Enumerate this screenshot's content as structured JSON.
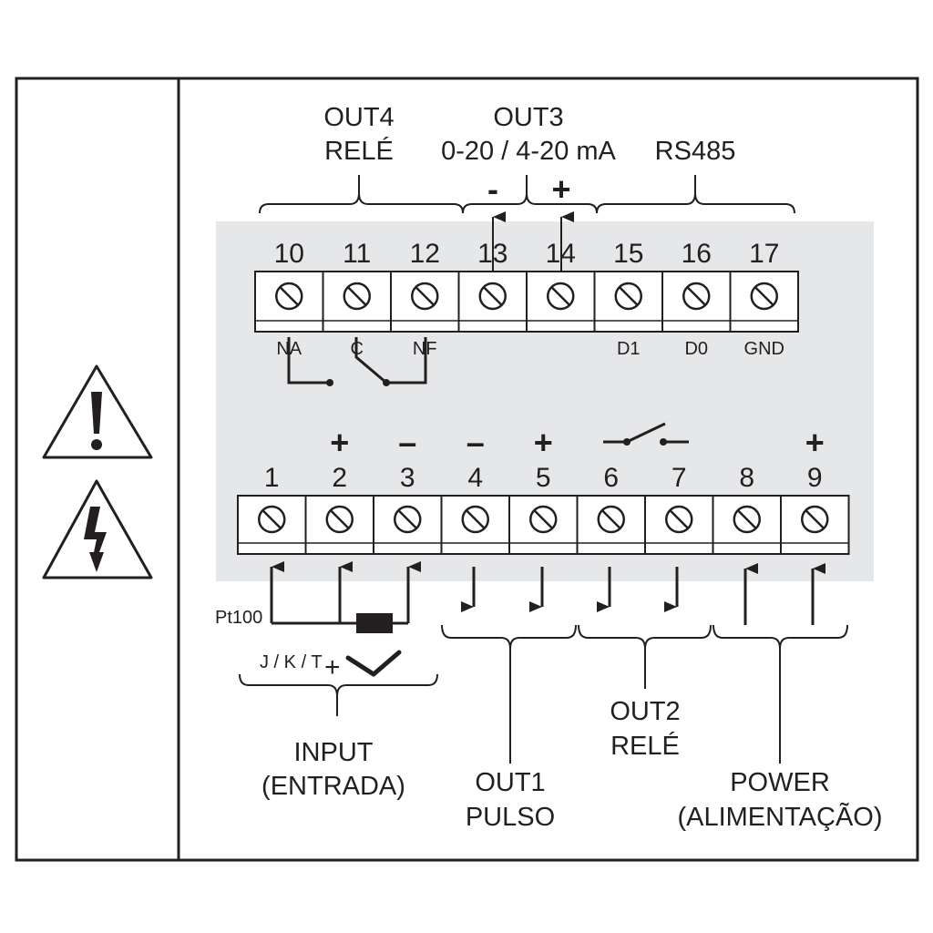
{
  "groups": {
    "out4": {
      "line1": "OUT4",
      "line2": "RELÉ"
    },
    "out3": {
      "line1": "OUT3",
      "line2": "0-20 / 4-20 mA",
      "minus": "-",
      "plus": "+"
    },
    "rs485": {
      "line1": "RS485"
    },
    "input": {
      "line1": "INPUT",
      "line2": "(ENTRADA)",
      "pt100": "Pt100",
      "jkt": "J / K / T",
      "jkt_plus": "+"
    },
    "out1": {
      "line1": "OUT1",
      "line2": "PULSO"
    },
    "out2": {
      "line1": "OUT2",
      "line2": "RELÉ"
    },
    "power": {
      "line1": "POWER",
      "line2": "(ALIMENTAÇÃO)"
    }
  },
  "top_terminals": [
    {
      "number": "10",
      "label": "NA"
    },
    {
      "number": "11",
      "label": "C"
    },
    {
      "number": "12",
      "label": "NF"
    },
    {
      "number": "13",
      "label": ""
    },
    {
      "number": "14",
      "label": ""
    },
    {
      "number": "15",
      "label": "D1"
    },
    {
      "number": "16",
      "label": "D0"
    },
    {
      "number": "17",
      "label": "GND"
    }
  ],
  "bottom_terminals": [
    {
      "number": "1",
      "sign": ""
    },
    {
      "number": "2",
      "sign": "+"
    },
    {
      "number": "3",
      "sign": "–"
    },
    {
      "number": "4",
      "sign": "–"
    },
    {
      "number": "5",
      "sign": "+"
    },
    {
      "number": "6",
      "sign": ""
    },
    {
      "number": "7",
      "sign": ""
    },
    {
      "number": "8",
      "sign": ""
    },
    {
      "number": "9",
      "sign": "+"
    }
  ],
  "icons": [
    "warning-exclamation-icon",
    "electric-shock-warning-icon"
  ],
  "colors": {
    "line": "#231f20",
    "panel": "#e6e7e8",
    "terminal": "#ffffff"
  }
}
